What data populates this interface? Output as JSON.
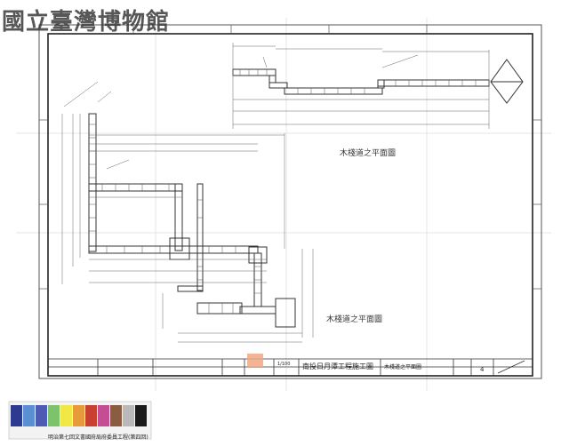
{
  "watermark": "國立臺灣博物館",
  "drawing": {
    "top_view_title": "木棧道之平面圖",
    "plan_title": "木棧道之平面圖",
    "project_name": "南投日月潭工程施工圖",
    "sheet_name": "木棧道之平面圖",
    "sheet_number": "4",
    "scale": "1/100"
  },
  "color_card": {
    "caption": "明治第七回文書國府局府委員工程(第四回)",
    "swatches": [
      "#2c3a8f",
      "#5b8fd3",
      "#4d5bb5",
      "#7cc36b",
      "#f2e845",
      "#e79a3a",
      "#c8402f",
      "#c34e94",
      "#8a5c42",
      "#b9b9b9",
      "#1a1a1a"
    ]
  },
  "colors": {
    "line": "#3a3a3a",
    "paper": "#ffffff",
    "orange_stamp": "#f0a882"
  }
}
